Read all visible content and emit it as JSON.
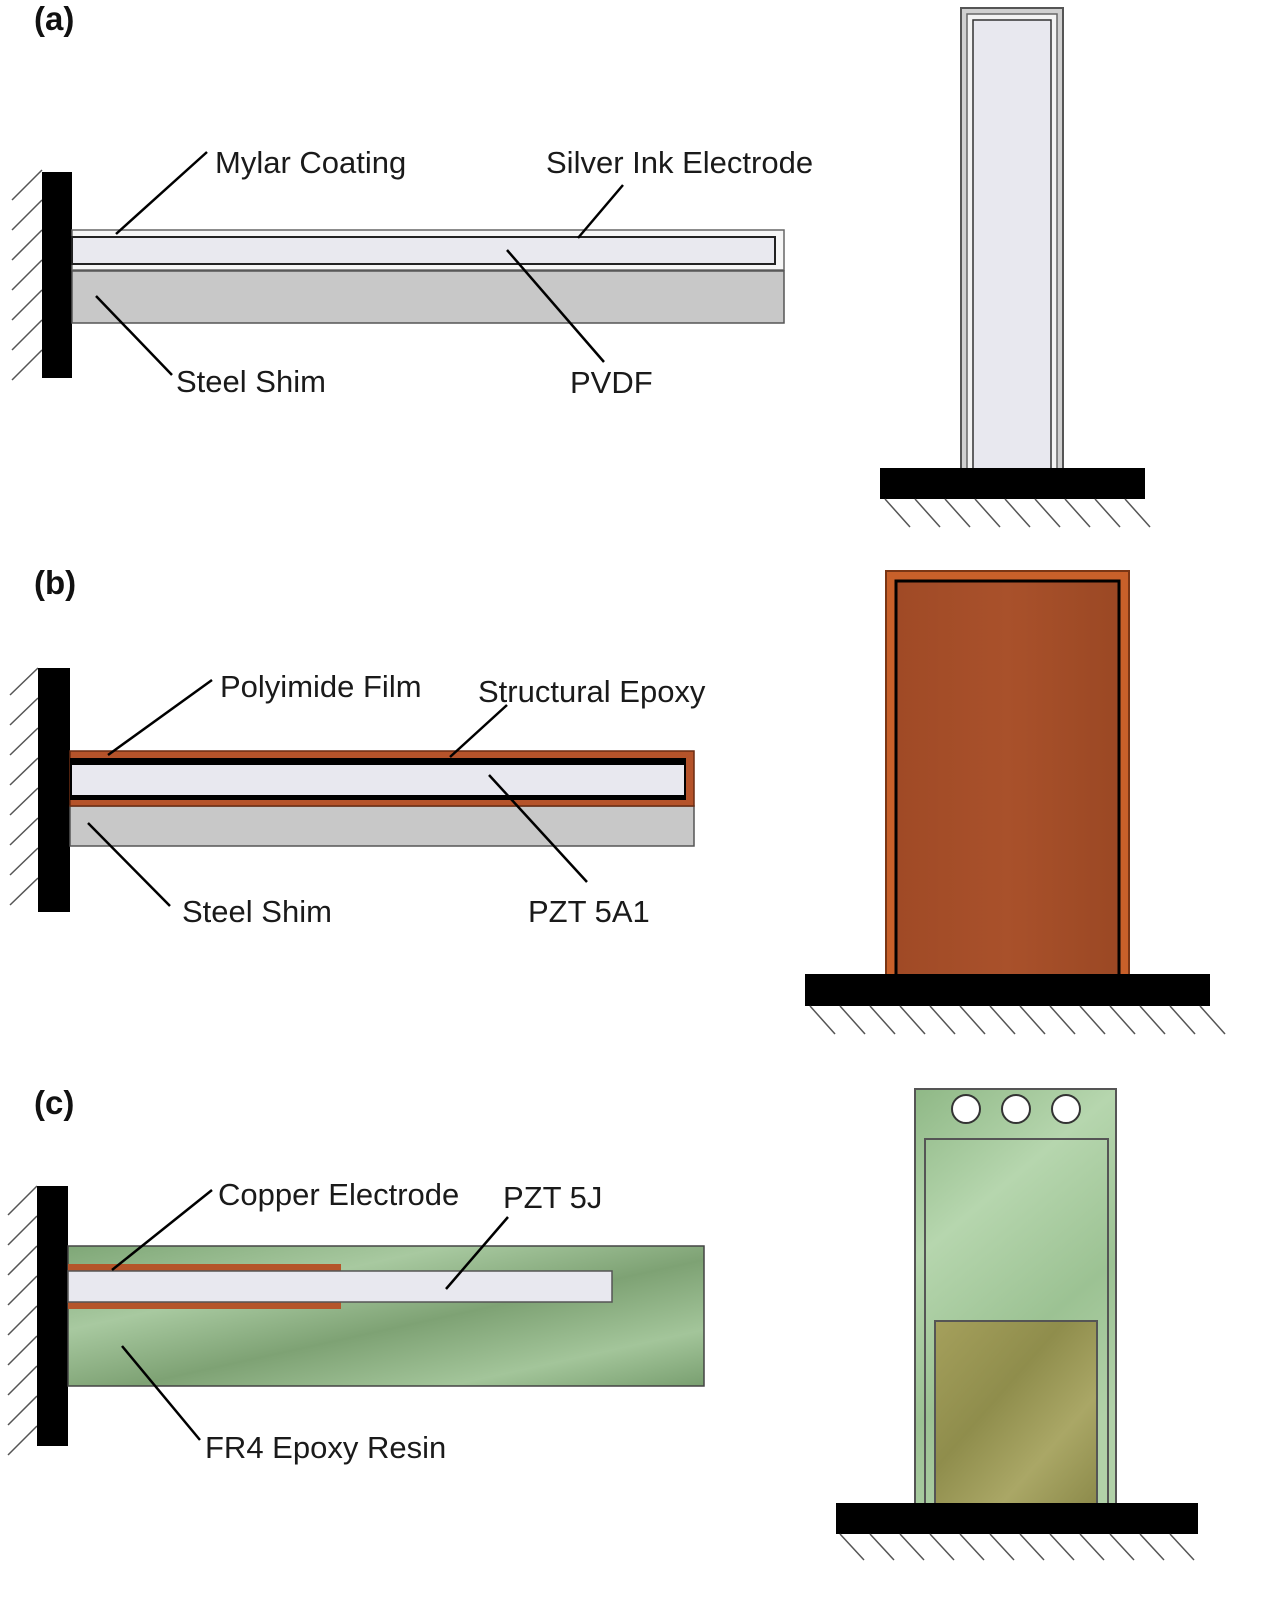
{
  "panels": [
    {
      "id": "a",
      "label": "(a)",
      "callouts": {
        "mylar": "Mylar Coating",
        "silver": "Silver Ink Electrode",
        "steel": "Steel Shim",
        "pvdf": "PVDF"
      }
    },
    {
      "id": "b",
      "label": "(b)",
      "callouts": {
        "polyimide": "Polyimide Film",
        "epoxy": "Structural Epoxy",
        "steel": "Steel Shim",
        "pzt": "PZT 5A1"
      }
    },
    {
      "id": "c",
      "label": "(c)",
      "callouts": {
        "copper": "Copper Electrode",
        "pzt": "PZT 5J",
        "fr4": "FR4 Epoxy Resin"
      }
    }
  ],
  "colors": {
    "clamp": "#000000",
    "steel_shim": "#c8c8c8",
    "pvdf_layer": "#eaeaf0",
    "mylar": "#f6f6f6",
    "polyimide": "#b5532a",
    "copper": "#c0642f",
    "fr4": "#8fb587",
    "pzt_5j_patch": "#9c9a55"
  }
}
